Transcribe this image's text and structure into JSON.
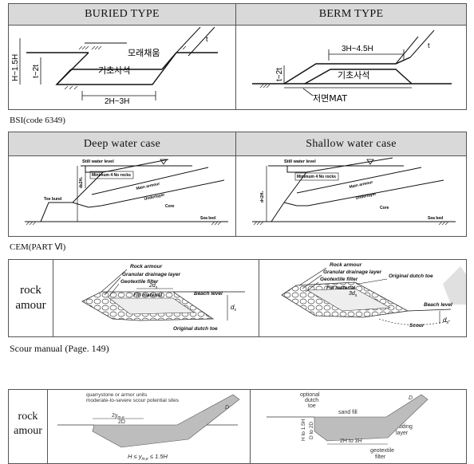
{
  "table1": {
    "col1_header": "BURIED TYPE",
    "col2_header": "BERM TYPE",
    "buried": {
      "fill_label": "모래채움",
      "core_label": "기초사석",
      "height_dim": "H~1.5H",
      "thick_dim": "t~2t",
      "width_dim": "2H~3H",
      "slope_t": "t"
    },
    "berm": {
      "width_dim": "3H~4.5H",
      "core_label": "기초사석",
      "thick_dim": "t~2t",
      "mat_label": "저면MAT",
      "slope_t": "t"
    }
  },
  "caption1": "BSI(code 6349)",
  "table2": {
    "col1_header": "Deep water case",
    "col2_header": "Shallow water case",
    "deep": {
      "swl": "Still water level",
      "min_rocks": "Minimum 4 No rocks",
      "main_armour": "Main armour",
      "underlayer": "Underlayer",
      "core": "Core",
      "toe_bund": "Toe bund",
      "sea_bed": "Sea bed",
      "depth": "d≥2H₂"
    },
    "shallow": {
      "swl": "Still water level",
      "min_rocks": "Minimum 4 No rocks",
      "main_armour": "Main armour",
      "underlayer": "Underlayer",
      "core": "Core",
      "sea_bed": "Sea bed",
      "depth": "d<2H₂"
    }
  },
  "caption2": "CEM(PART Ⅵ)",
  "table3": {
    "row_label_1": "rock",
    "row_label_2": "amour",
    "left": {
      "rock_armour": "Rock armour",
      "drainage": "Granular drainage layer",
      "geotextile": "Geotextile filter",
      "fill": "Fill material",
      "beach": "Beach level",
      "width": "2d",
      "width_sub": "s",
      "depth": "d",
      "depth_sub": "s",
      "toe": "Original dutch toe"
    },
    "right": {
      "rock_armour": "Rock armour",
      "drainage": "Granular drainage layer",
      "geotextile": "Geotextile filter",
      "fill": "Fill material",
      "width": "3d",
      "width_sub": "s",
      "orig_toe": "Original dutch toe",
      "beach": "Beach level",
      "scour": "Scour",
      "depth": "d",
      "depth_sub": "s"
    }
  },
  "caption3": "Scour manual (Page. 149)",
  "table4": {
    "row_label_1": "rock",
    "row_label_2": "amour",
    "left": {
      "note_1": "quarrystone or armor units",
      "note_2": "moderate-to-severe scour potential sites",
      "dim_top": "2y",
      "dim_top_sub": "m,e",
      "dim_2d": "2D",
      "d_label": "D",
      "formula": "H ≤ y",
      "formula_sub": "m,e",
      "formula_end": " ≤ 1.5H"
    },
    "right": {
      "optional_1": "optional",
      "optional_2": "dutch",
      "optional_3": "toe",
      "sand_fill": "sand fill",
      "d_label": "D",
      "h_range": "H to 1.5H",
      "d_range": "D to 2D",
      "width": "2H to 3H",
      "bedding_1": "bedding",
      "bedding_2": "layer",
      "geotextile_1": "geotextile",
      "geotextile_2": "filter"
    }
  }
}
